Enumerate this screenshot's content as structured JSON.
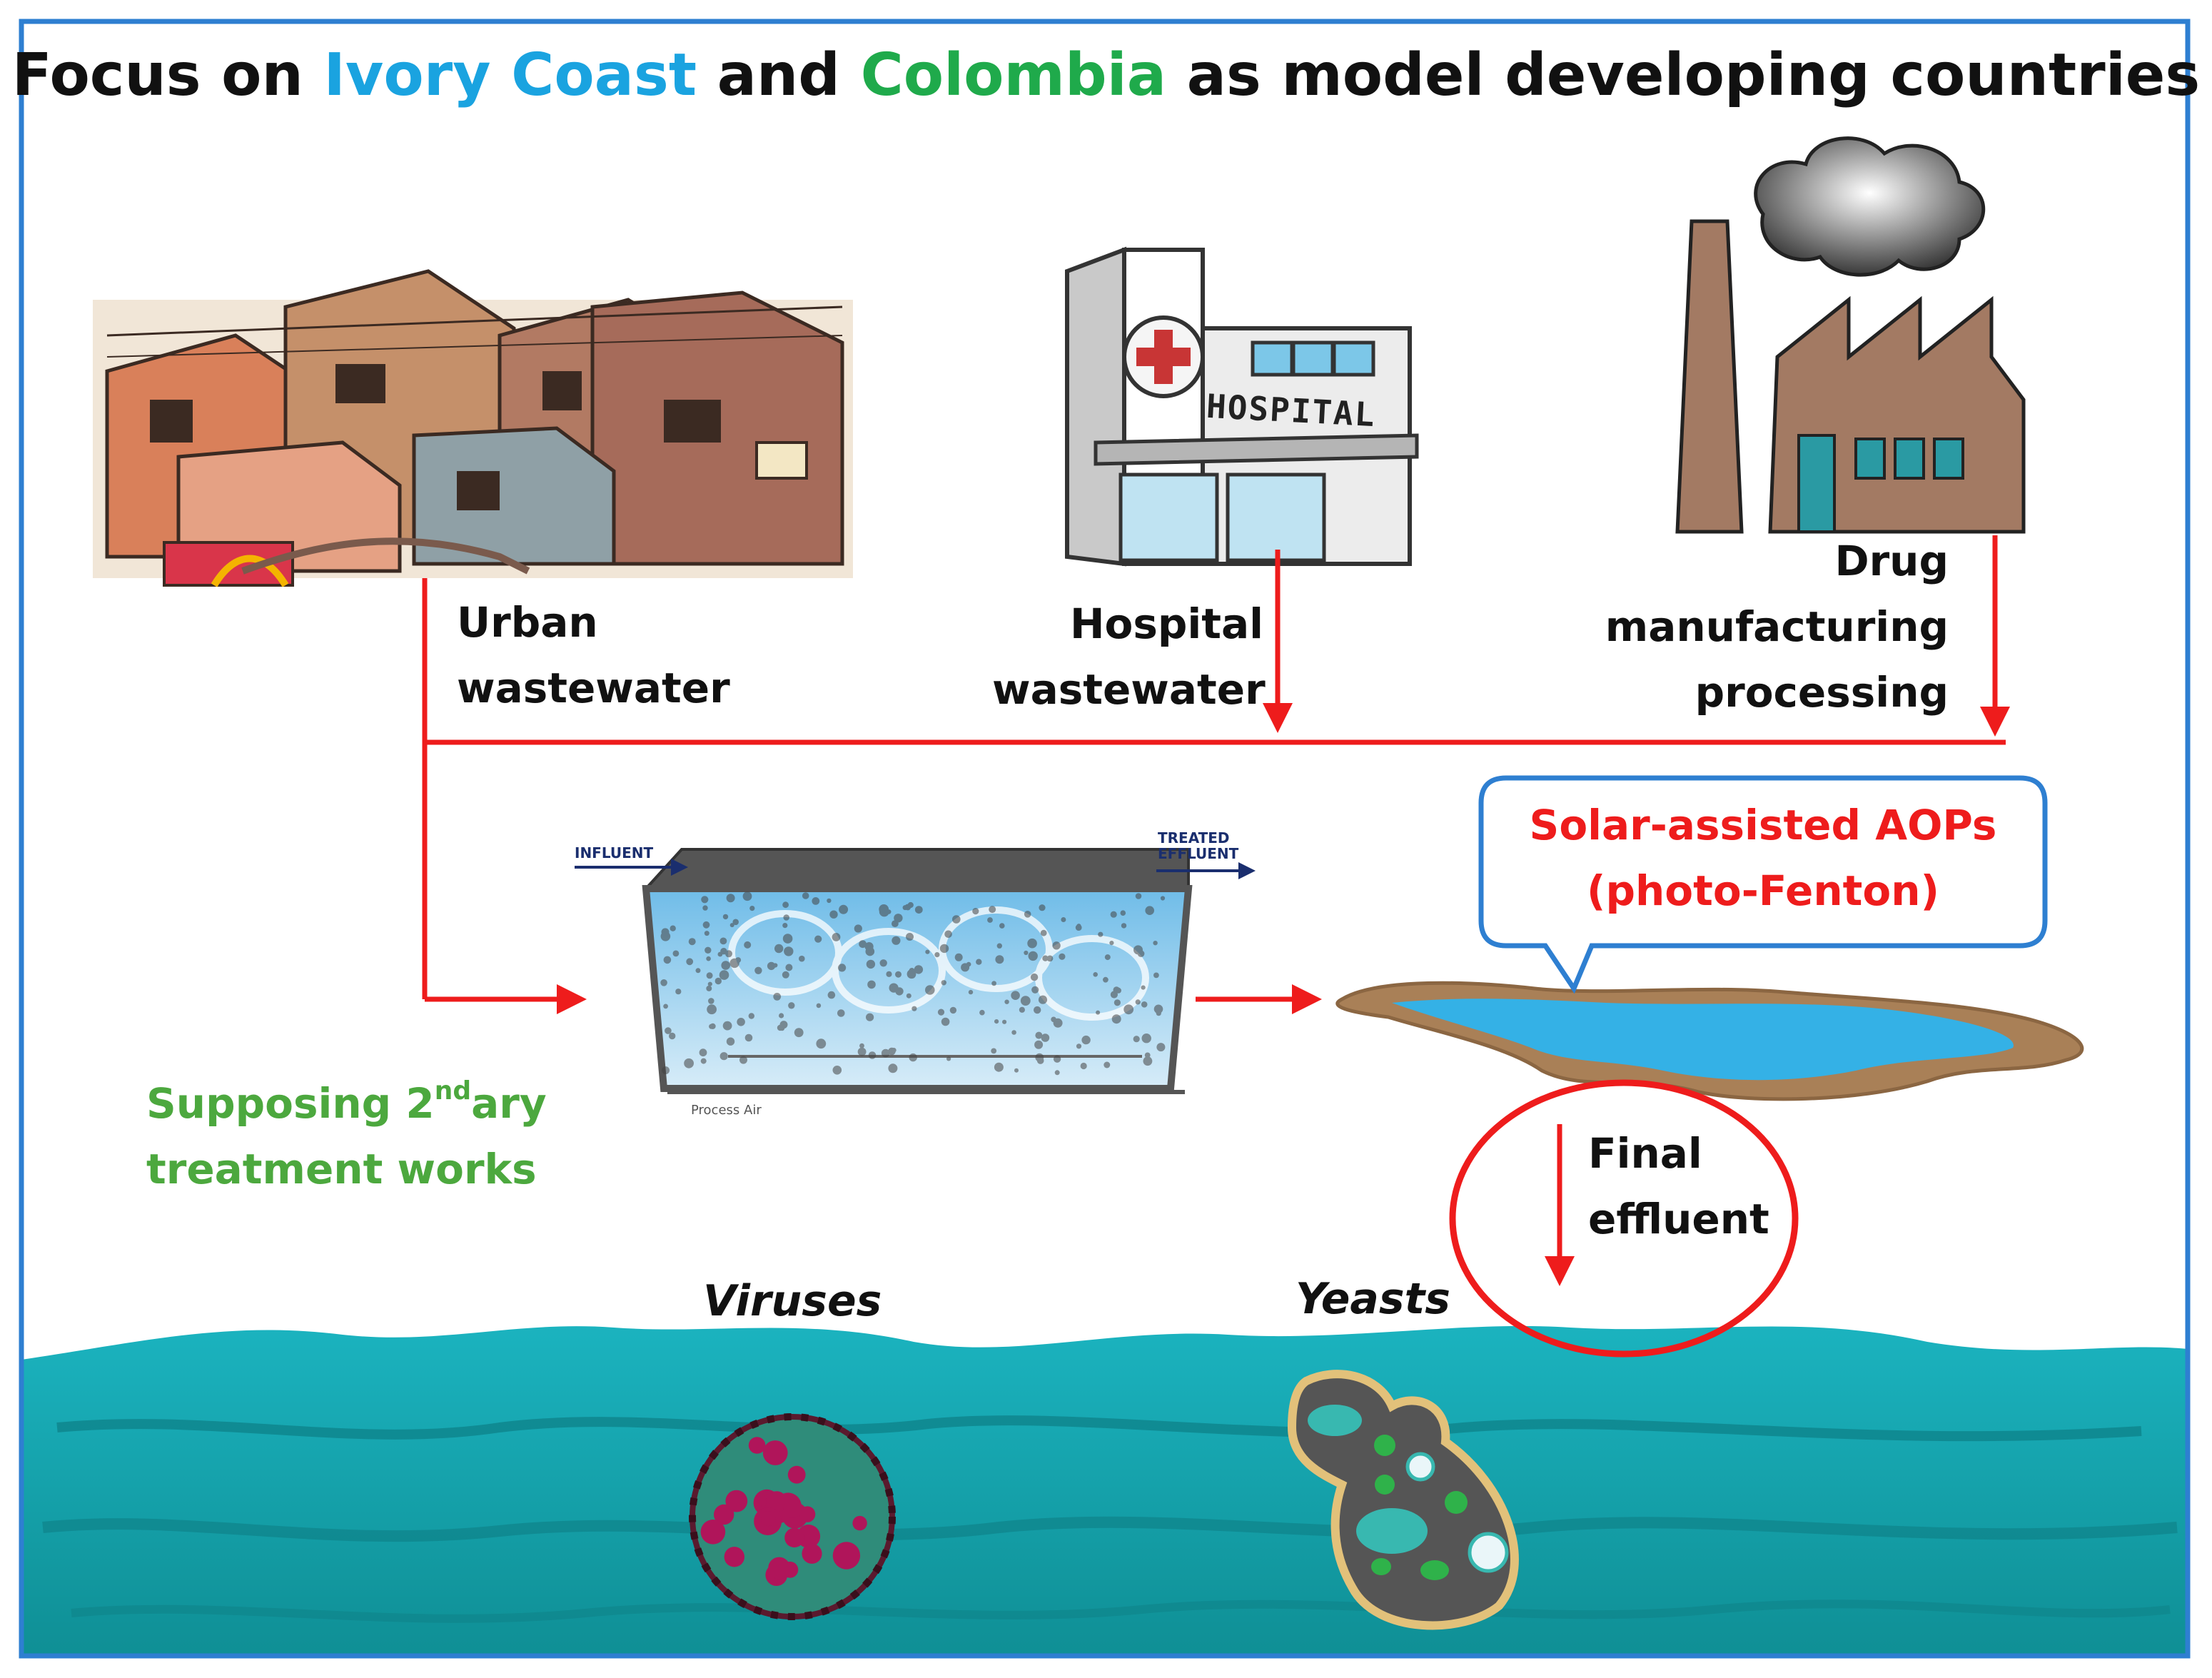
{
  "title": {
    "prefix": "Focus on",
    "country1": "Ivory Coast",
    "connector": "and",
    "country2": "Colombia",
    "suffix": "as model developing countries",
    "country1_color": "#1aa3e0",
    "country2_color": "#1faa4b"
  },
  "sources": {
    "urban": {
      "line1": "Urban",
      "line2": "wastewater"
    },
    "hospital": {
      "line1": "Hospital",
      "line2": "wastewater",
      "sign": "HOSPITAL"
    },
    "drug": {
      "line1": "Drug",
      "line2": "manufacturing",
      "line3": "processing"
    }
  },
  "tank": {
    "influent_label": "INFLUENT",
    "effluent_line1": "TREATED",
    "effluent_line2": "EFFLUENT",
    "air_label": "Process Air"
  },
  "secondary": {
    "line1_a": "Supposing 2",
    "line1_sup": "nd",
    "line1_b": "ary",
    "line2": "treatment works"
  },
  "aop": {
    "line1": "Solar-assisted AOPs",
    "line2": "(photo-Fenton)"
  },
  "final": {
    "line1": "Final",
    "line2": "effluent"
  },
  "organisms": {
    "viruses": "Viruses",
    "yeasts": "Yeasts"
  },
  "colors": {
    "flow_arrow": "#ee1c1c",
    "frame": "#2e7fd1",
    "water": "#1fa9b4",
    "aop_text": "#ee1c1c",
    "secondary_text": "#4ca83e"
  }
}
